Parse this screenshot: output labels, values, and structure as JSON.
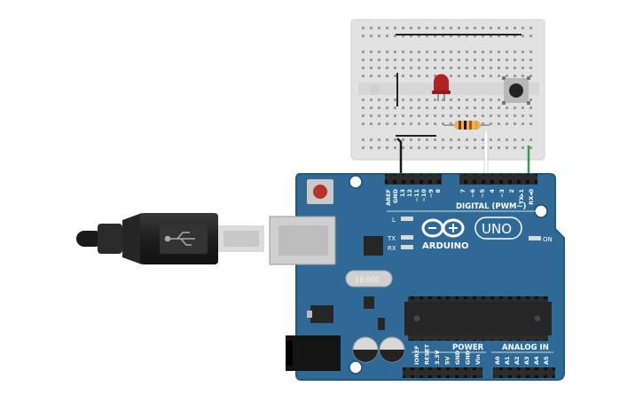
{
  "board": {
    "brand": "ARDUINO",
    "model": "UNO",
    "crystal_label": "16.000",
    "on_label": "ON",
    "digital_header_label": "DIGITAL (PWM~)",
    "power_label": "POWER",
    "analog_label": "ANALOG IN",
    "led_labels": [
      "L",
      "TX",
      "RX"
    ],
    "digital_pins": [
      "AREF",
      "GND",
      "13",
      "12",
      "~11",
      "~10",
      "~9",
      "8",
      "7",
      "~6",
      "~5",
      "4",
      "~3",
      "2",
      "TX▸1",
      "RX◂0"
    ],
    "power_pins": [
      "IOREF",
      "RESET",
      "3.3V",
      "5V",
      "GND",
      "GND",
      "Vin"
    ],
    "analog_pins": [
      "A0",
      "A1",
      "A2",
      "A3",
      "A4",
      "A5"
    ]
  },
  "colors": {
    "board": "#2f6a96",
    "board_edge": "#25587e",
    "breadboard": "#e4e4e4",
    "led": "#b22222",
    "wire_black": "#1a1a1a",
    "wire_white": "#ffffff",
    "wire_green": "#2fa24a",
    "usb_cable": "#222222"
  },
  "components": {
    "led": "red-led",
    "resistor": "resistor-orange-bands",
    "button": "pushbutton",
    "cable": "usb-b-cable"
  }
}
